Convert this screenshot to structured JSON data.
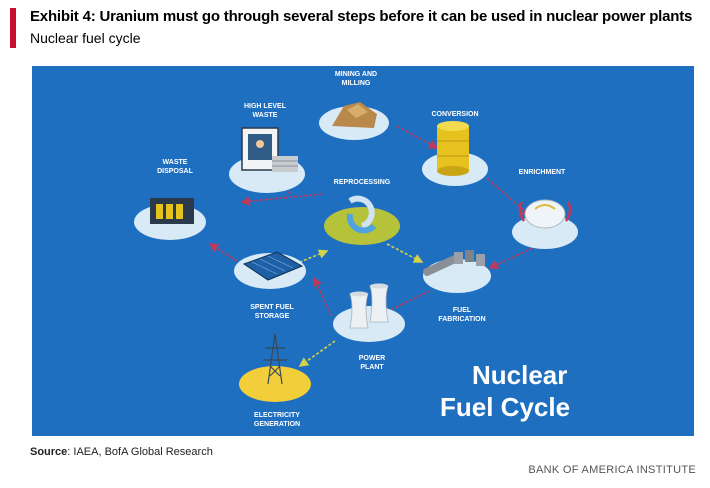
{
  "header": {
    "title": "Exhibit 4: Uranium must go through several steps before it can be used in nuclear power plants",
    "subtitle": "Nuclear fuel cycle"
  },
  "diagram": {
    "background_color": "#1f6fc1",
    "title_line1": "Nuclear",
    "title_line2": "Fuel Cycle",
    "nodes": {
      "mining": {
        "line1": "MINING AND",
        "line2": "MILLING"
      },
      "conversion": {
        "line1": "CONVERSION"
      },
      "enrichment": {
        "line1": "ENRICHMENT"
      },
      "fabrication": {
        "line1": "FUEL",
        "line2": "FABRICATION"
      },
      "power_plant": {
        "line1": "POWER",
        "line2": "PLANT"
      },
      "electricity": {
        "line1": "ELECTRICITY",
        "line2": "GENERATION"
      },
      "spent_fuel": {
        "line1": "SPENT FUEL",
        "line2": "STORAGE"
      },
      "waste_disposal": {
        "line1": "WASTE",
        "line2": "DISPOSAL"
      },
      "high_level_waste": {
        "line1": "HIGH LEVEL",
        "line2": "WASTE"
      },
      "reprocessing": {
        "line1": "REPROCESSING"
      }
    },
    "colors": {
      "cycle_arrow": "#c0395a",
      "recycle_arrow": "#d4d24a",
      "disc": "#d9eaf7",
      "electricity_disc": "#f2cf3a",
      "reprocessing_disc": "#b6c23a"
    }
  },
  "source": {
    "label": "Source",
    "text": ": IAEA, BofA Global Research"
  },
  "footer": {
    "brand": "BANK OF AMERICA INSTITUTE"
  }
}
